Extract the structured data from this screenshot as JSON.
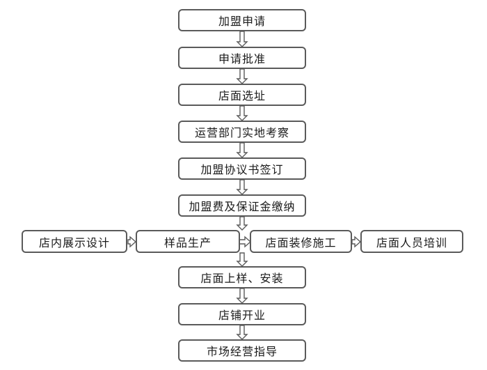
{
  "flow": {
    "steps": [
      "加盟申请",
      "申请批准",
      "店面选址",
      "运营部门实地考察",
      "加盟协议书签订",
      "加盟费及保证金缴纳"
    ],
    "branch": [
      "店内展示设计",
      "样品生产",
      "店面装修施工",
      "店面人员培训"
    ],
    "tail": [
      "店面上样、安装",
      "店铺开业",
      "市场经营指导"
    ]
  },
  "colors": {
    "border": "#5a5a5a",
    "text": "#1a1a1a",
    "arrow_fill": "#ffffff"
  }
}
